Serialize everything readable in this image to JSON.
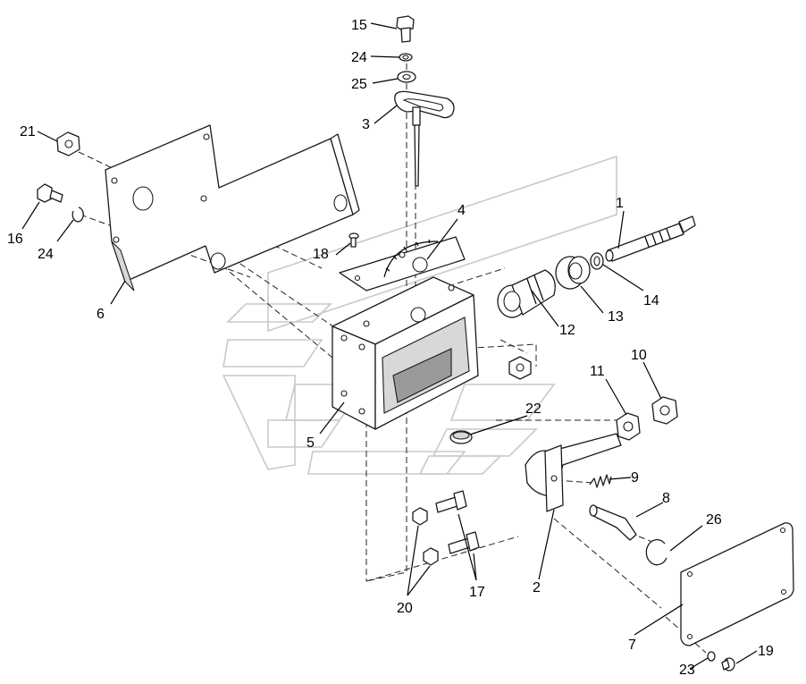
{
  "callouts": [
    {
      "id": "c1",
      "label": "1"
    },
    {
      "id": "c2",
      "label": "2"
    },
    {
      "id": "c3",
      "label": "3"
    },
    {
      "id": "c4",
      "label": "4"
    },
    {
      "id": "c5",
      "label": "5"
    },
    {
      "id": "c6",
      "label": "6"
    },
    {
      "id": "c7",
      "label": "7"
    },
    {
      "id": "c8",
      "label": "8"
    },
    {
      "id": "c9",
      "label": "9"
    },
    {
      "id": "c10",
      "label": "10"
    },
    {
      "id": "c11",
      "label": "11"
    },
    {
      "id": "c12",
      "label": "12"
    },
    {
      "id": "c13",
      "label": "13"
    },
    {
      "id": "c14",
      "label": "14"
    },
    {
      "id": "c15",
      "label": "15"
    },
    {
      "id": "c16",
      "label": "16"
    },
    {
      "id": "c17",
      "label": "17"
    },
    {
      "id": "c18",
      "label": "18"
    },
    {
      "id": "c19",
      "label": "19"
    },
    {
      "id": "c20",
      "label": "20"
    },
    {
      "id": "c21",
      "label": "21"
    },
    {
      "id": "c22",
      "label": "22"
    },
    {
      "id": "c23",
      "label": "23"
    },
    {
      "id": "c24a",
      "label": "24"
    },
    {
      "id": "c24b",
      "label": "24"
    },
    {
      "id": "c25",
      "label": "25"
    },
    {
      "id": "c26",
      "label": "26"
    }
  ]
}
